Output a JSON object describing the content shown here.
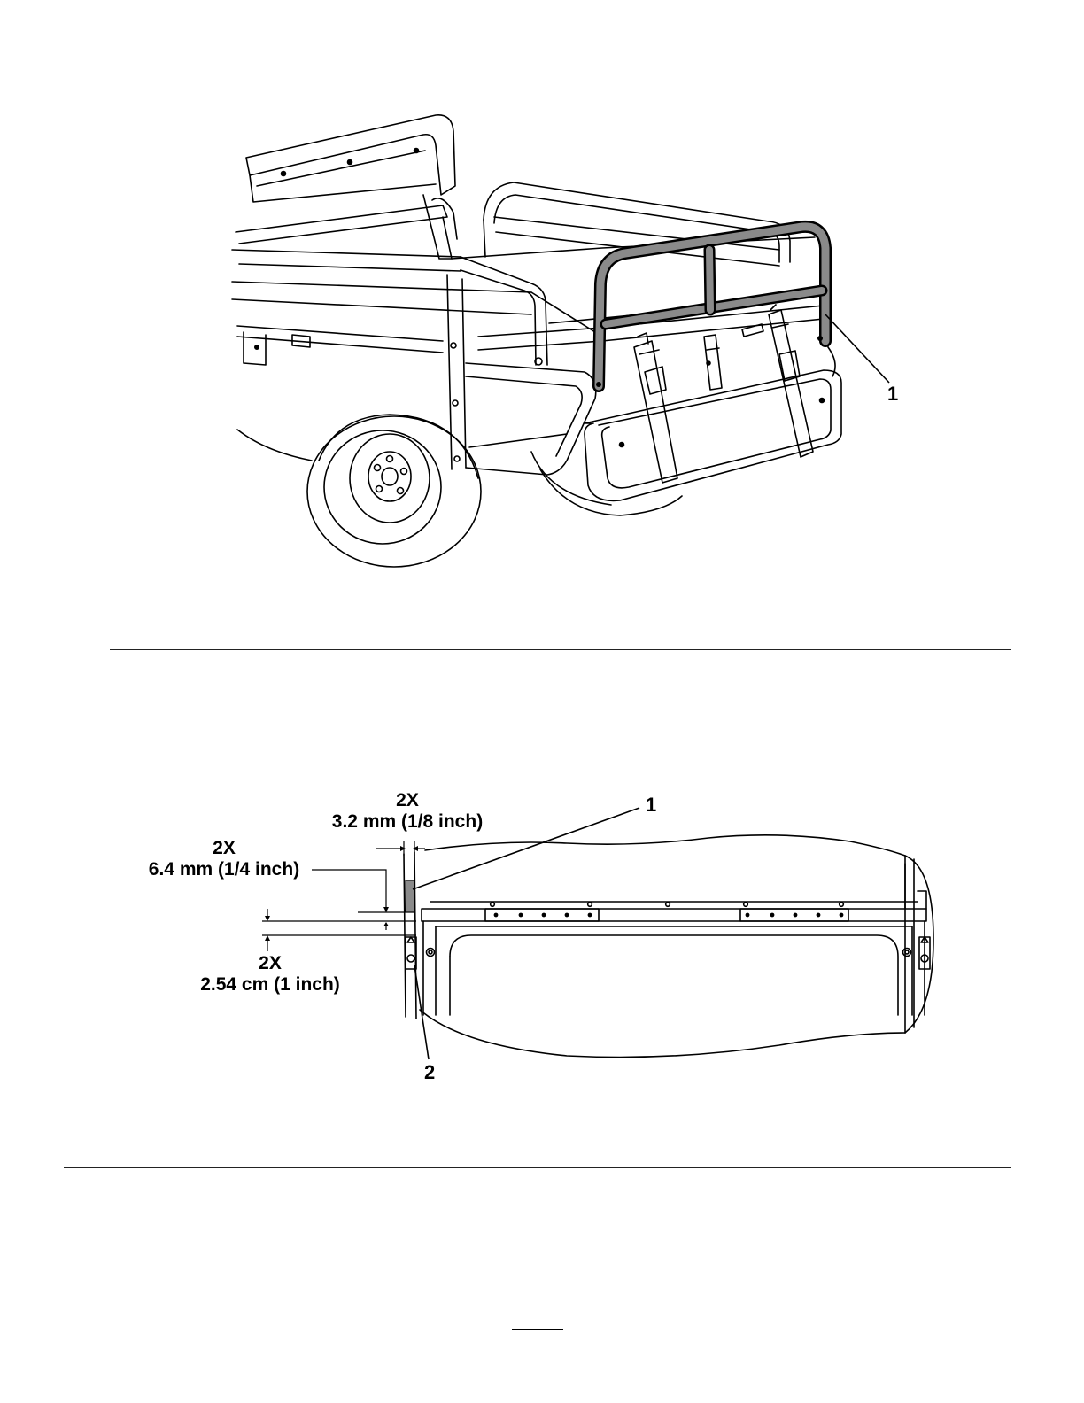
{
  "figure1": {
    "callouts": [
      {
        "label": "1"
      }
    ]
  },
  "figure2": {
    "dimensions": [
      {
        "qty": "2X",
        "measure": "3.2 mm (1/8 inch)"
      },
      {
        "qty": "2X",
        "measure": "6.4 mm (1/4 inch)"
      },
      {
        "qty": "2X",
        "measure": "2.54 cm (1 inch)"
      }
    ],
    "callouts": [
      {
        "label": "1"
      },
      {
        "label": "2"
      }
    ]
  }
}
